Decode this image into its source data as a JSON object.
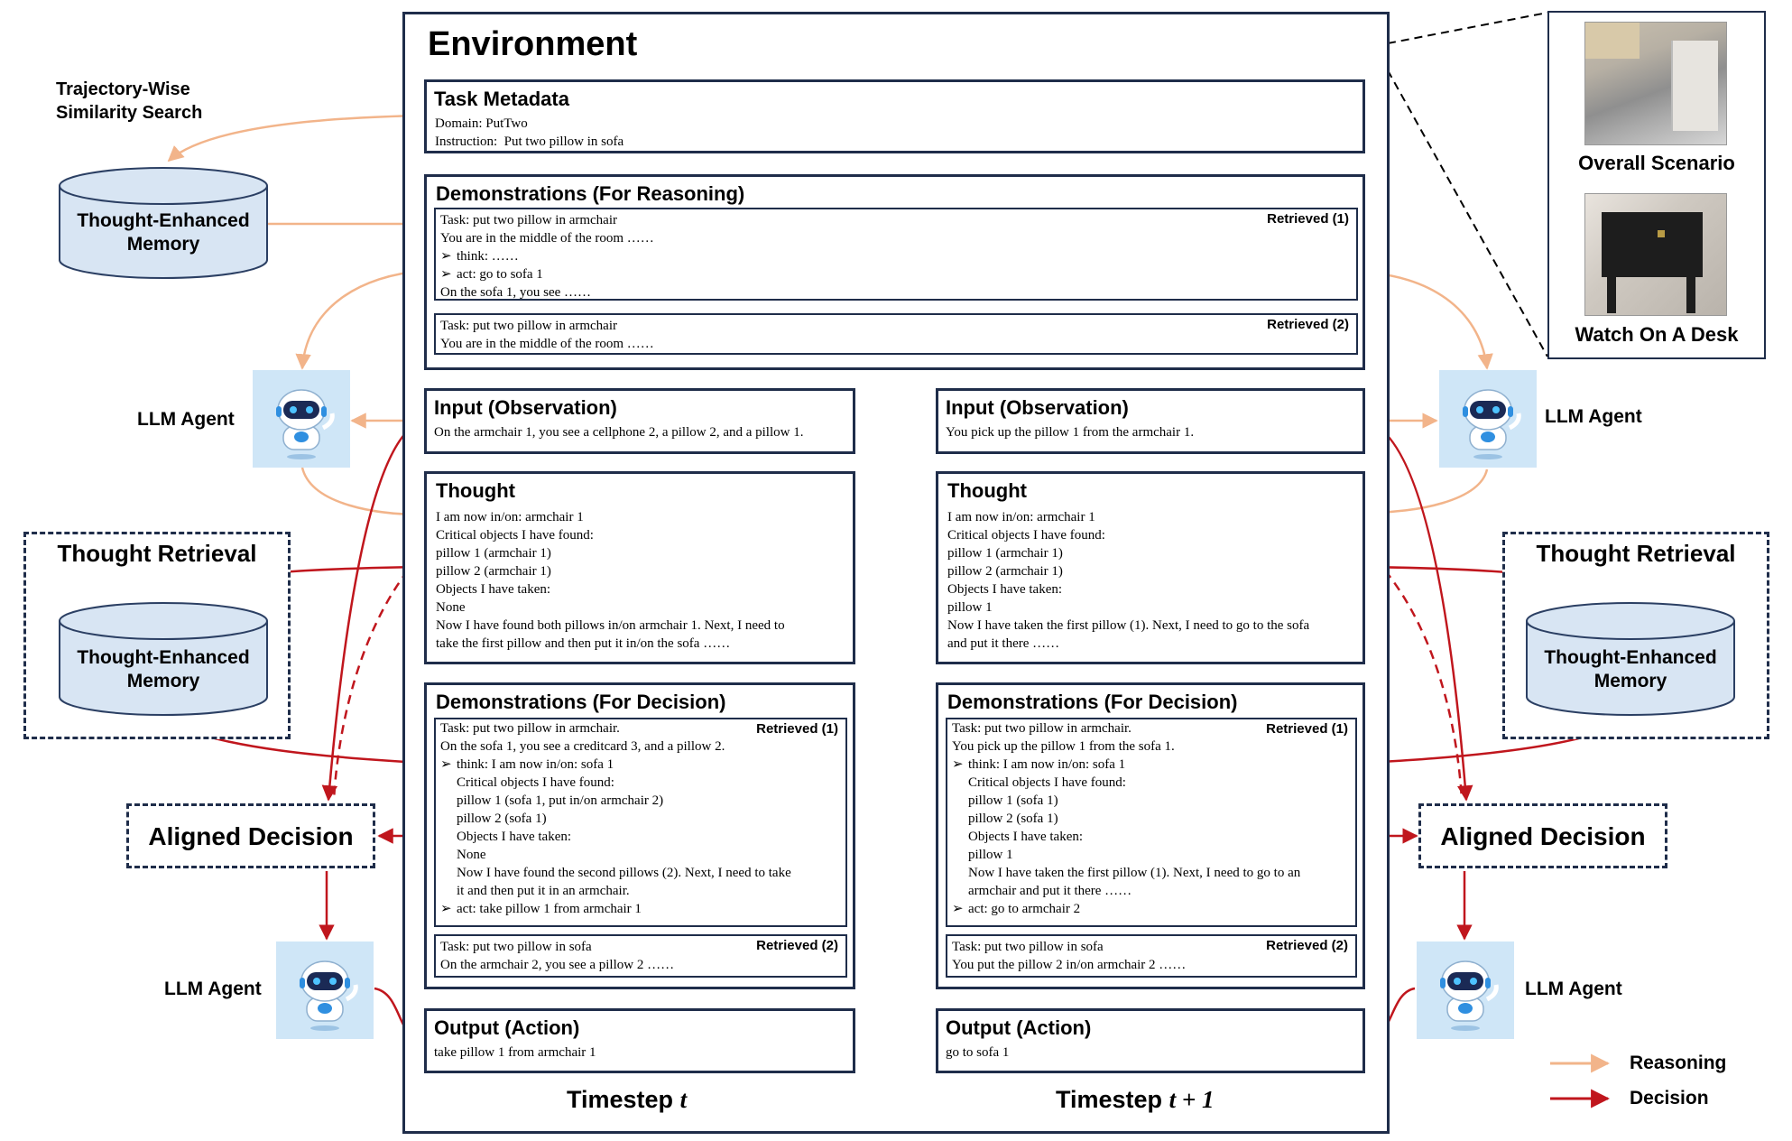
{
  "environment": {
    "title": "Environment"
  },
  "labels": {
    "similarity_search": [
      "Trajectory-Wise",
      "Similarity Search"
    ],
    "memory": [
      "Thought-Enhanced",
      "Memory"
    ],
    "llm_agent": "LLM Agent",
    "thought_retrieval": "Thought Retrieval",
    "aligned_decision": "Aligned Decision",
    "timestep_left": "Timestep",
    "timestep_left_var": "t",
    "timestep_right": "Timestep",
    "timestep_right_var": "t + 1"
  },
  "task_metadata": {
    "title": "Task Metadata",
    "domain": "Domain: PutTwo",
    "instruction": "Instruction:  Put two pillow in sofa"
  },
  "demo_reasoning": {
    "title": "Demonstrations (For Reasoning)",
    "retrieved_1": {
      "tag": "Retrieved  (1)",
      "lines": [
        "Task: put two pillow in armchair",
        "You are in the middle of the room ……",
        "think: ……",
        "act: go to sofa 1",
        "On the sofa 1, you see ……"
      ]
    },
    "retrieved_2": {
      "tag": "Retrieved  (2)",
      "lines": [
        "Task: put two pillow in armchair",
        "You are in the middle of the room ……"
      ]
    }
  },
  "left": {
    "input": {
      "title": "Input (Observation)",
      "text": "On the armchair 1, you see a cellphone 2, a pillow 2, and a pillow 1."
    },
    "thought": {
      "title": "Thought",
      "lines": [
        "I am now in/on: armchair 1",
        "Critical objects I have found:",
        "pillow 1 (armchair 1)",
        "pillow 2 (armchair 1)",
        "Objects I have taken:",
        "None",
        "Now I have found both pillows in/on armchair 1. Next, I need to",
        "take the first pillow and then put it in/on the sofa ……"
      ]
    },
    "demo_decision": {
      "title": "Demonstrations (For Decision)",
      "retrieved_1": {
        "tag": "Retrieved  (1)",
        "lines": [
          "Task: put two pillow in armchair.",
          "On the sofa 1, you see a creditcard 3, and a pillow 2.",
          "think: I am now in/on: sofa 1",
          "Critical objects I have found:",
          "pillow 1 (sofa 1, put in/on armchair 2)",
          "pillow 2 (sofa 1)",
          "Objects I have taken:",
          "None",
          "Now I have found the second pillows (2). Next, I need to take",
          "it and then put it in an armchair.",
          "act: take pillow 1 from armchair 1"
        ]
      },
      "retrieved_2": {
        "tag": "Retrieved  (2)",
        "lines": [
          "Task: put two pillow in sofa",
          "On the armchair 2, you see a pillow 2 ……"
        ]
      }
    },
    "output": {
      "title": "Output (Action)",
      "text": "take pillow 1 from armchair 1"
    }
  },
  "right": {
    "input": {
      "title": "Input (Observation)",
      "text": "You pick up the pillow 1 from the armchair 1."
    },
    "thought": {
      "title": "Thought",
      "lines": [
        "I am now in/on: armchair 1",
        "Critical objects I have found:",
        "pillow 1 (armchair 1)",
        "pillow 2 (armchair 1)",
        "Objects I have taken:",
        "pillow 1",
        "Now I have taken the first pillow (1). Next, I need to go to the sofa",
        "and put it there ……"
      ]
    },
    "demo_decision": {
      "title": "Demonstrations (For Decision)",
      "retrieved_1": {
        "tag": "Retrieved  (1)",
        "lines": [
          "Task: put two pillow in armchair.",
          "You pick up the pillow 1 from the sofa 1.",
          "think: I am now in/on: sofa 1",
          "Critical objects I have found:",
          "pillow 1 (sofa 1)",
          "pillow 2 (sofa 1)",
          "Objects I have taken:",
          "pillow 1",
          "Now I have taken the first pillow (1). Next, I need to go to an",
          "armchair and put it there ……",
          "act: go to armchair 2"
        ]
      },
      "retrieved_2": {
        "tag": "Retrieved  (2)",
        "lines": [
          "Task: put two pillow in sofa",
          "You put the pillow 2 in/on armchair 2 ……"
        ]
      }
    },
    "output": {
      "title": "Output (Action)",
      "text": "go to sofa 1"
    }
  },
  "scenario": {
    "overall": "Overall Scenario",
    "watch": "Watch On A Desk"
  },
  "legend": {
    "reasoning": "Reasoning",
    "decision": "Decision",
    "reasoning_color": "#f2b48a",
    "decision_color": "#c0161d"
  }
}
